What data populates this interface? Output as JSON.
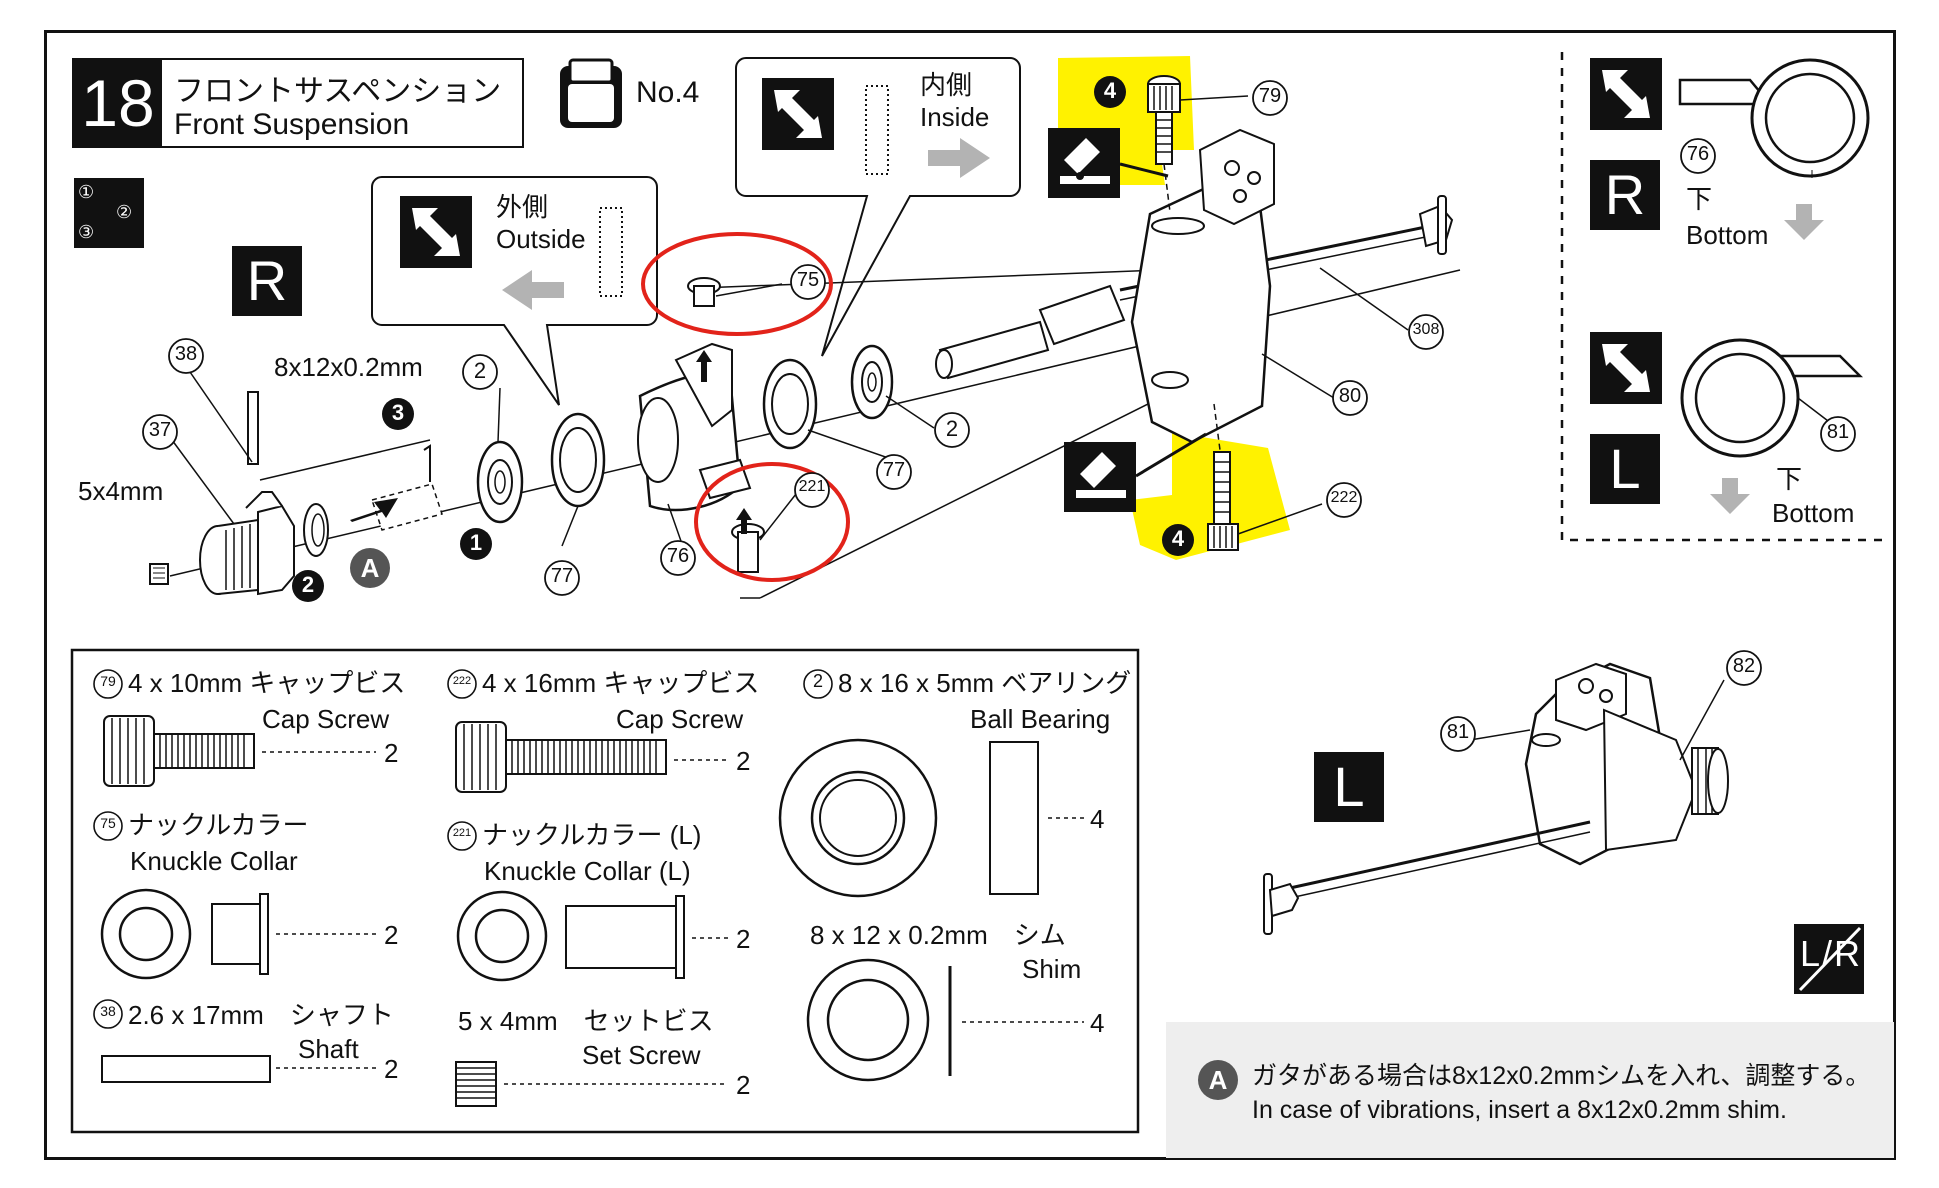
{
  "step": {
    "number": "18",
    "title_jp": "フロントサスペンション",
    "title_en": "Front Suspension",
    "bag": "No.4"
  },
  "callouts": {
    "inside_jp": "内側",
    "inside_en": "Inside",
    "outside_jp": "外側",
    "outside_en": "Outside",
    "side_R": "R",
    "side_L": "L",
    "side_LR": "L/R"
  },
  "seq_icon": [
    "①",
    "②",
    "③"
  ],
  "main_labels": {
    "shim_size": "8x12x0.2mm",
    "set_screw_size": "5x4mm",
    "step1": "1",
    "step2": "2",
    "step3": "3",
    "step4": "4",
    "markA": "A"
  },
  "part_numbers": {
    "p38": "38",
    "p37": "37",
    "p2a": "2",
    "p2b": "2",
    "p77a": "77",
    "p77b": "77",
    "p75": "75",
    "p221": "221",
    "p76": "76",
    "p79": "79",
    "p222": "222",
    "p80": "80",
    "p308": "308",
    "p81": "81",
    "p82": "82"
  },
  "side_panel": {
    "r_part": "76",
    "r_jp": "下",
    "r_en": "Bottom",
    "r_side": "R",
    "l_part": "81",
    "l_jp": "下",
    "l_en": "Bottom",
    "l_side": "L"
  },
  "parts_list": [
    {
      "num": "79",
      "spec": "4 x 10mm キャップビス",
      "name": "Cap Screw",
      "qty": "2"
    },
    {
      "num": "222",
      "spec": "4 x 16mm キャップビス",
      "name": "Cap Screw",
      "qty": "2"
    },
    {
      "num": "2",
      "spec": "8 x 16 x 5mm ベアリング",
      "name": "Ball Bearing",
      "qty": "4"
    },
    {
      "num": "75",
      "spec": "ナックルカラー",
      "name": "Knuckle Collar",
      "qty": "2"
    },
    {
      "num": "221",
      "spec": "ナックルカラー (L)",
      "name": "Knuckle Collar (L)",
      "qty": "2"
    },
    {
      "num": "38",
      "spec": "2.6 x 17mm　シャフト",
      "name": "Shaft",
      "qty": "2"
    },
    {
      "num": "",
      "spec": "5 x 4mm　セットビス",
      "name": "Set Screw",
      "qty": "2"
    },
    {
      "num": "",
      "spec": "8 x 12 x 0.2mm　シム",
      "name": "Shim",
      "qty": "4"
    }
  ],
  "note": {
    "mark": "A",
    "jp": "ガタがある場合は8x12x0.2mmシムを入れ、調整する。",
    "en": "In case of vibrations, insert a 8x12x0.2mm shim."
  },
  "colors": {
    "highlight_yellow": "#fff200",
    "circle_red": "#e2231a",
    "arrow_gray": "#b3b3b3",
    "note_bg": "#eeeeee",
    "black": "#111111"
  }
}
